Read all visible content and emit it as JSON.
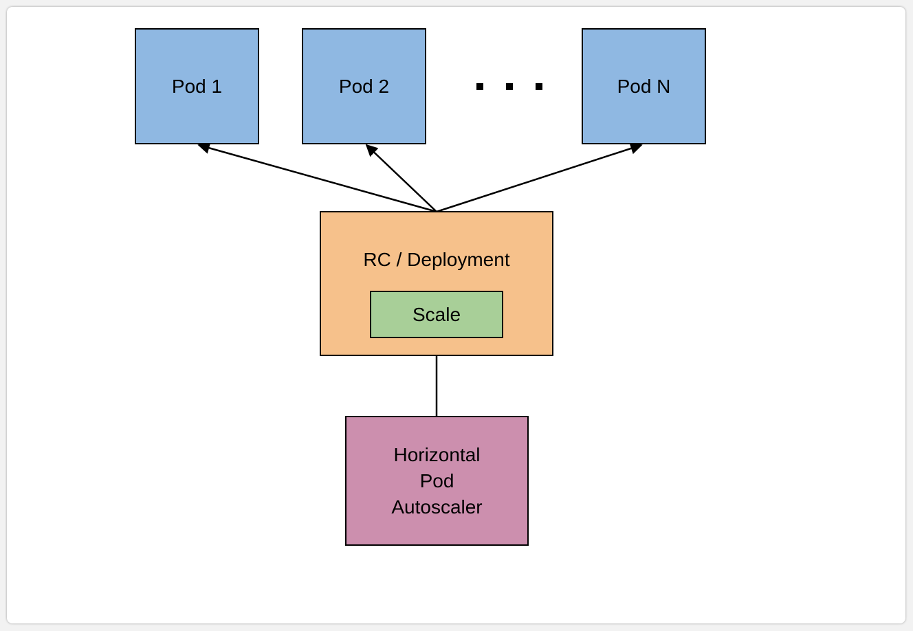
{
  "diagram": {
    "pods": [
      {
        "label": "Pod 1"
      },
      {
        "label": "Pod 2"
      },
      {
        "label": "Pod N"
      }
    ],
    "deployment": {
      "label": "RC / Deployment"
    },
    "scale": {
      "label": "Scale"
    },
    "autoscaler": {
      "lines": [
        "Horizontal",
        "Pod",
        "Autoscaler"
      ]
    }
  },
  "colors": {
    "pod_fill": "#8fb8e2",
    "deployment_fill": "#f6c18b",
    "scale_fill": "#a8cf98",
    "autoscaler_fill": "#cc8fae",
    "stroke": "#000000"
  }
}
